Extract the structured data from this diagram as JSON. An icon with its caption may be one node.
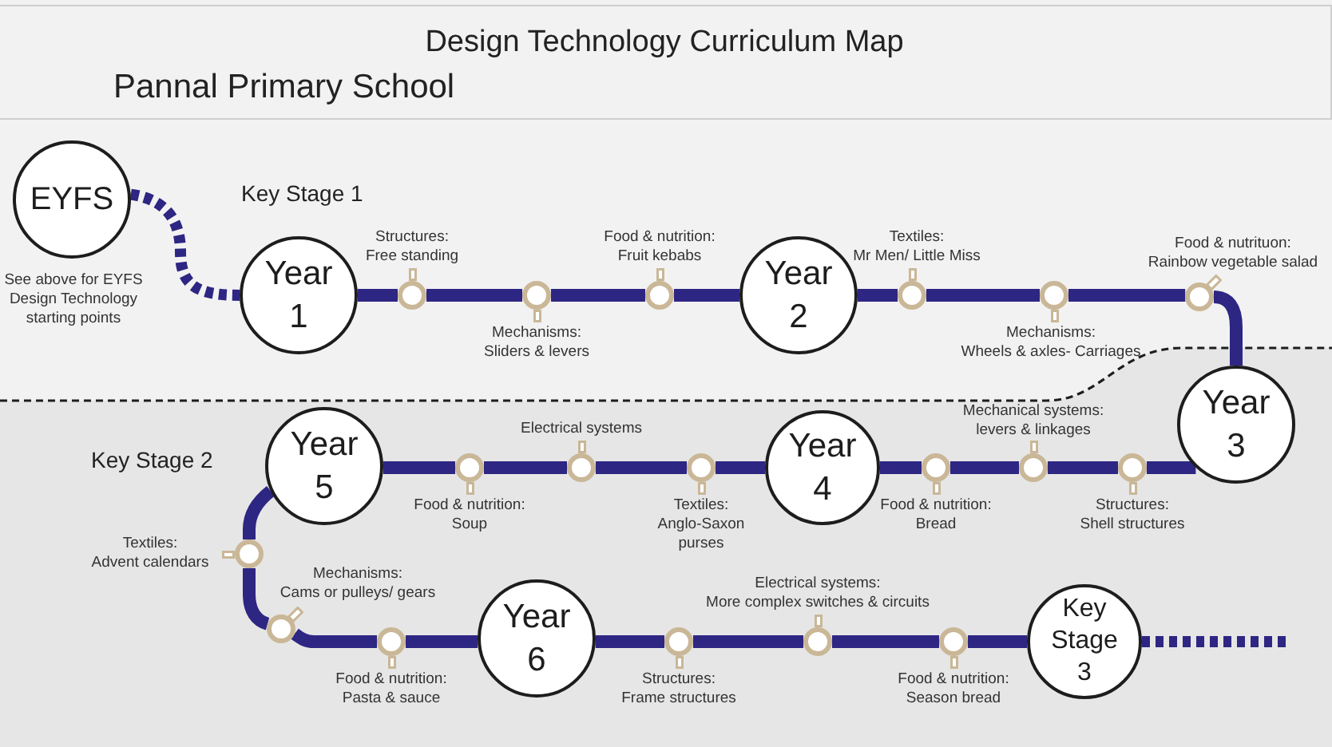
{
  "diagram": {
    "title": "Design Technology Curriculum Map",
    "nodes": [
      {
        "text": [
          "EYFS"
        ],
        "beside": [
          "See above for EYFS Design Technology starting points"
        ]
      },
      {
        "text": [
          "Year 1"
        ]
      },
      {
        "text": [],
        "shape": "circle",
        "beside": [
          "Structures:",
          "Free standing"
        ]
      },
      {
        "text": [],
        "shape": "circle",
        "beside": [
          "Mechanisms:",
          "Sliders & levers"
        ]
      },
      {
        "text": [],
        "shape": "circle",
        "beside": [
          "Food & nutrition:",
          "Fruit kebabs"
        ]
      },
      {
        "text": [
          "Year 2"
        ]
      },
      {
        "text": [],
        "shape": "circle",
        "beside": [
          "Textiles:",
          "Mr Men/ Little Miss"
        ]
      },
      {
        "text": [],
        "shape": "circle",
        "beside": [
          "Mechanisms:",
          "Wheels & axles- Carriages"
        ]
      },
      {
        "text": [],
        "shape": "circle",
        "beside": [
          "Food & nutrituon:",
          "Rainbow vegetable salad"
        ]
      },
      {
        "text": [
          "Key Stage 2"
        ]
      },
      {
        "text": [
          "Year 3"
        ],
        "in": 9
      },
      {
        "text": [],
        "shape": "circle",
        "beside": [
          "Structures:",
          "Shell structures"
        ],
        "in": 9
      },
      {
        "text": [],
        "shape": "circle",
        "beside": [
          "Mechanical systems:",
          "levers & linkages"
        ],
        "in": 9
      },
      {
        "text": [],
        "shape": "circle",
        "beside": [
          "Food & nutrition:",
          "Bread"
        ],
        "in": 9
      },
      {
        "text": [
          "Year 4"
        ],
        "in": 9
      },
      {
        "text": [],
        "shape": "circle",
        "beside": [
          "Textiles:",
          "Anglo-Saxon purses"
        ],
        "in": 9
      },
      {
        "text": [],
        "shape": "circle",
        "beside": [
          "Electrical systems"
        ],
        "in": 9
      },
      {
        "text": [],
        "shape": "circle",
        "beside": [
          "Food & nutrition:",
          "Soup"
        ],
        "in": 9
      },
      {
        "text": [
          "Year 5"
        ],
        "in": 9
      },
      {
        "text": [],
        "shape": "circle",
        "beside": [
          "Textiles:",
          "Advent calendars"
        ],
        "in": 9
      },
      {
        "text": [],
        "shape": "circle",
        "beside": [
          "Mechanisms:",
          "Cams or pulleys/ gears"
        ],
        "in": 9
      },
      {
        "text": [],
        "shape": "circle",
        "beside": [
          "Food & nutrition:",
          "Pasta & sauce"
        ],
        "in": 9
      },
      {
        "text": [
          "Year 6"
        ],
        "in": 9
      },
      {
        "text": [],
        "shape": "circle",
        "beside": [
          "Structures:",
          "Frame structures"
        ],
        "in": 9
      },
      {
        "text": [],
        "shape": "circle",
        "beside": [
          "Electrical systems:",
          "More complex switches & circuits"
        ],
        "in": 9
      },
      {
        "text": [],
        "shape": "circle",
        "beside": [
          "Food & nutrition:",
          "Season bread"
        ],
        "in": 9
      },
      {
        "text": [
          "Key Stage 3"
        ],
        "in": 9
      }
    ],
    "edges": [
      {
        "from": 0,
        "to": 1,
        "arrow": "none",
        "style": "dashed"
      },
      {
        "from": 1,
        "to": 2,
        "arrow": "none"
      },
      {
        "from": 2,
        "to": 3,
        "arrow": "none"
      },
      {
        "from": 3,
        "to": 4,
        "arrow": "none"
      },
      {
        "from": 4,
        "to": 5,
        "arrow": "none"
      },
      {
        "from": 5,
        "to": 6,
        "arrow": "none"
      },
      {
        "from": 6,
        "to": 7,
        "arrow": "none"
      },
      {
        "from": 7,
        "to": 8,
        "arrow": "none"
      },
      {
        "from": 8,
        "to": 10,
        "arrow": "none"
      },
      {
        "from": 10,
        "to": 11,
        "arrow": "none"
      },
      {
        "from": 11,
        "to": 12,
        "arrow": "none"
      },
      {
        "from": 12,
        "to": 13,
        "arrow": "none"
      },
      {
        "from": 13,
        "to": 14,
        "arrow": "none"
      },
      {
        "from": 14,
        "to": 15,
        "arrow": "none"
      },
      {
        "from": 15,
        "to": 16,
        "arrow": "none"
      },
      {
        "from": 16,
        "to": 17,
        "arrow": "none"
      },
      {
        "from": 17,
        "to": 18,
        "arrow": "none"
      },
      {
        "from": 18,
        "to": 19,
        "arrow": "none"
      },
      {
        "from": 19,
        "to": 20,
        "arrow": "none"
      },
      {
        "from": 20,
        "to": 21,
        "arrow": "none"
      },
      {
        "from": 21,
        "to": 22,
        "arrow": "none"
      },
      {
        "from": 22,
        "to": 23,
        "arrow": "none"
      },
      {
        "from": 23,
        "to": 24,
        "arrow": "none"
      },
      {
        "from": 24,
        "to": 25,
        "arrow": "none"
      },
      {
        "from": 25,
        "to": 26,
        "arrow": "none"
      },
      {
        "from": 26,
        "to": null,
        "arrow": "none",
        "style": "dashed"
      }
    ],
    "labels": [
      "Pannal Primary School",
      "Key Stage 1"
    ]
  }
}
